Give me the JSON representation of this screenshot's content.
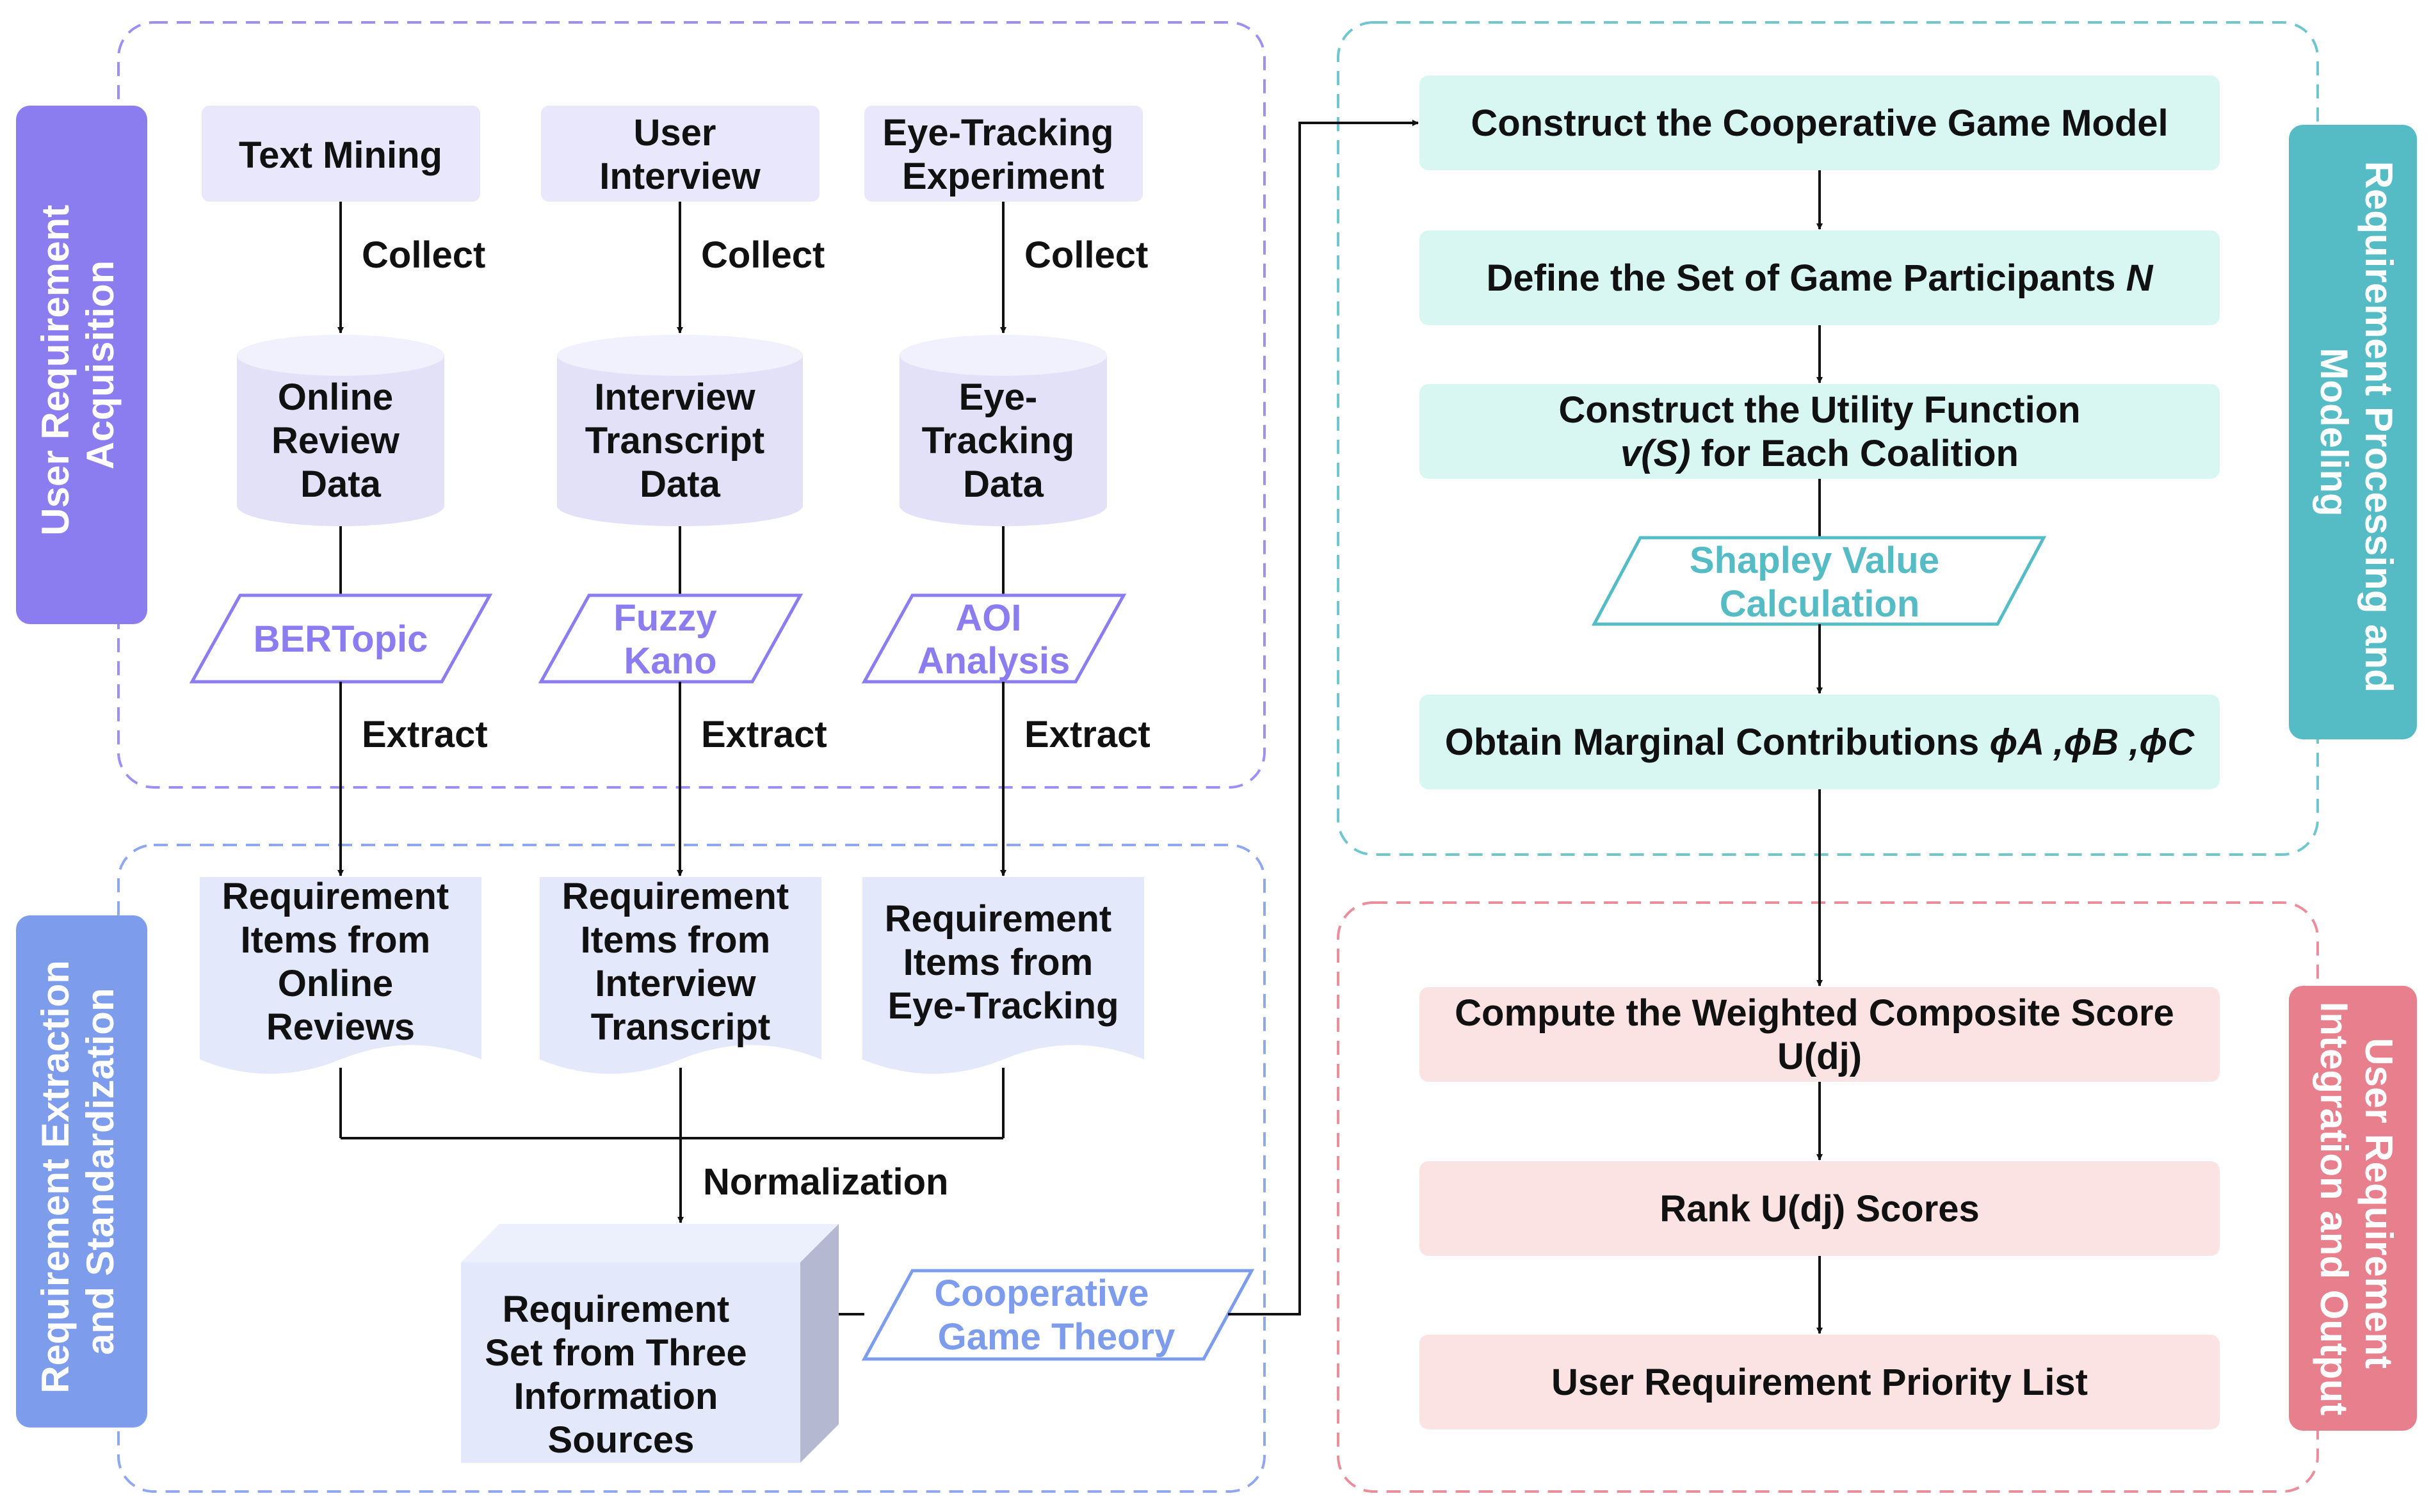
{
  "panels": {
    "acquisition": "User Requirement Acquisition",
    "extraction": "Requirement Extraction and Standardization",
    "processing": "Requirement Processing and Modeling",
    "output": "User Requirement Integration and Output"
  },
  "panel_lines": {
    "acquisition": [
      "User Requirement",
      "Acquisition"
    ],
    "extraction": [
      "Requirement Extraction",
      "and Standardization"
    ],
    "processing": [
      "Requirement Processing and",
      "Modeling"
    ],
    "output": [
      "User Requirement",
      "Integration and Output"
    ]
  },
  "sources": [
    {
      "lines": [
        "Text Mining"
      ]
    },
    {
      "lines": [
        "User",
        "Interview"
      ]
    },
    {
      "lines": [
        "Eye-Tracking",
        "Experiment"
      ]
    }
  ],
  "databases": [
    {
      "lines": [
        "Online",
        "Review",
        "Data"
      ]
    },
    {
      "lines": [
        "Interview",
        "Transcript",
        "Data"
      ]
    },
    {
      "lines": [
        "Eye-",
        "Tracking",
        "Data"
      ]
    }
  ],
  "methods": [
    {
      "lines": [
        "BERTopic"
      ]
    },
    {
      "lines": [
        "Fuzzy",
        "Kano"
      ]
    },
    {
      "lines": [
        "AOI",
        "Analysis"
      ]
    }
  ],
  "requirement_items": [
    {
      "lines": [
        "Requirement",
        "Items from",
        "Online",
        "Reviews"
      ]
    },
    {
      "lines": [
        "Requirement",
        "Items from",
        "Interview",
        "Transcript"
      ]
    },
    {
      "lines": [
        "Requirement",
        "Items from",
        "Eye-Tracking"
      ]
    }
  ],
  "edge_labels": {
    "collect": "Collect",
    "extract": "Extract",
    "normalization": "Normalization"
  },
  "requirement_set": {
    "lines": [
      "Requirement",
      "Set from Three",
      "Information",
      "Sources"
    ]
  },
  "cooperative": {
    "lines": [
      "Cooperative",
      "Game Theory"
    ]
  },
  "processing_steps": {
    "construct_model": "Construct the Cooperative Game Model",
    "define_set": {
      "text": "Define the Set of Game Participants ",
      "symbol": "N"
    },
    "utility": {
      "line1": "Construct the Utility Function",
      "symbol": "v(S)",
      "line2_rest": " for Each Coalition"
    },
    "shapley": [
      "Shapley Value",
      "Calculation"
    ],
    "marginal": {
      "text": "Obtain Marginal Contributions ",
      "symbols": "ϕA ,ϕB ,ϕC"
    }
  },
  "output_steps": {
    "composite": [
      "Compute the Weighted Composite Score",
      "U(dj)"
    ],
    "rank": "Rank U(dj) Scores",
    "priority": "User Requirement Priority List"
  },
  "colors": {
    "purple": "#8b7cf0",
    "purple_light": "#e9e7fc",
    "blue": "#7e9cec",
    "blue_light": "#e3e8fb",
    "teal": "#55bcc6",
    "teal_light": "#d8f7f3",
    "pink": "#e77f8c",
    "pink_light": "#fbe3e3"
  }
}
